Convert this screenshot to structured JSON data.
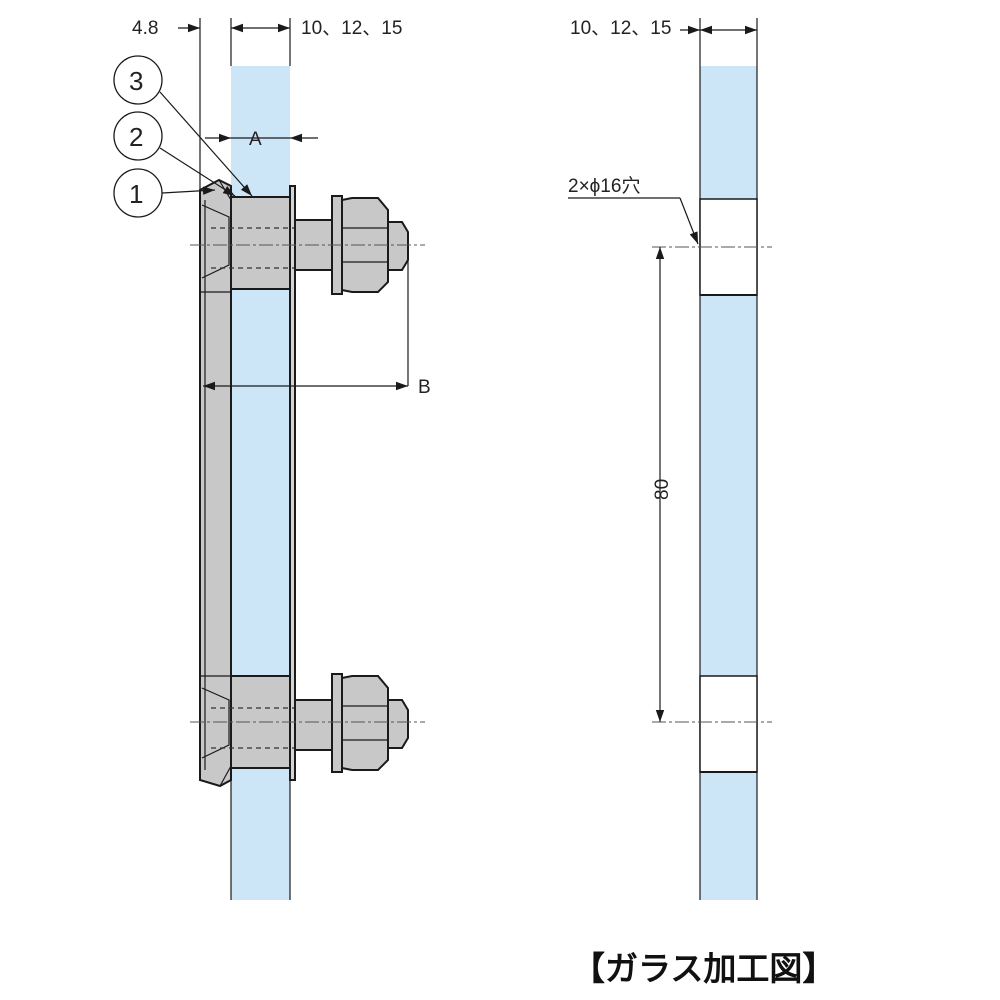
{
  "dimensions": {
    "plate_thickness": "4.8",
    "glass_thickness_left": "10、12、15",
    "glass_thickness_right": "10、12、15",
    "label_a": "A",
    "label_b": "B",
    "hole_spec": "2×ϕ16穴",
    "hole_pitch": "80"
  },
  "balloons": [
    "1",
    "2",
    "3"
  ],
  "caption": "【ガラス加工図】",
  "colors": {
    "glass": "#cce6f7",
    "metal": "#c8c8c8",
    "line": "#1a1a1a"
  }
}
